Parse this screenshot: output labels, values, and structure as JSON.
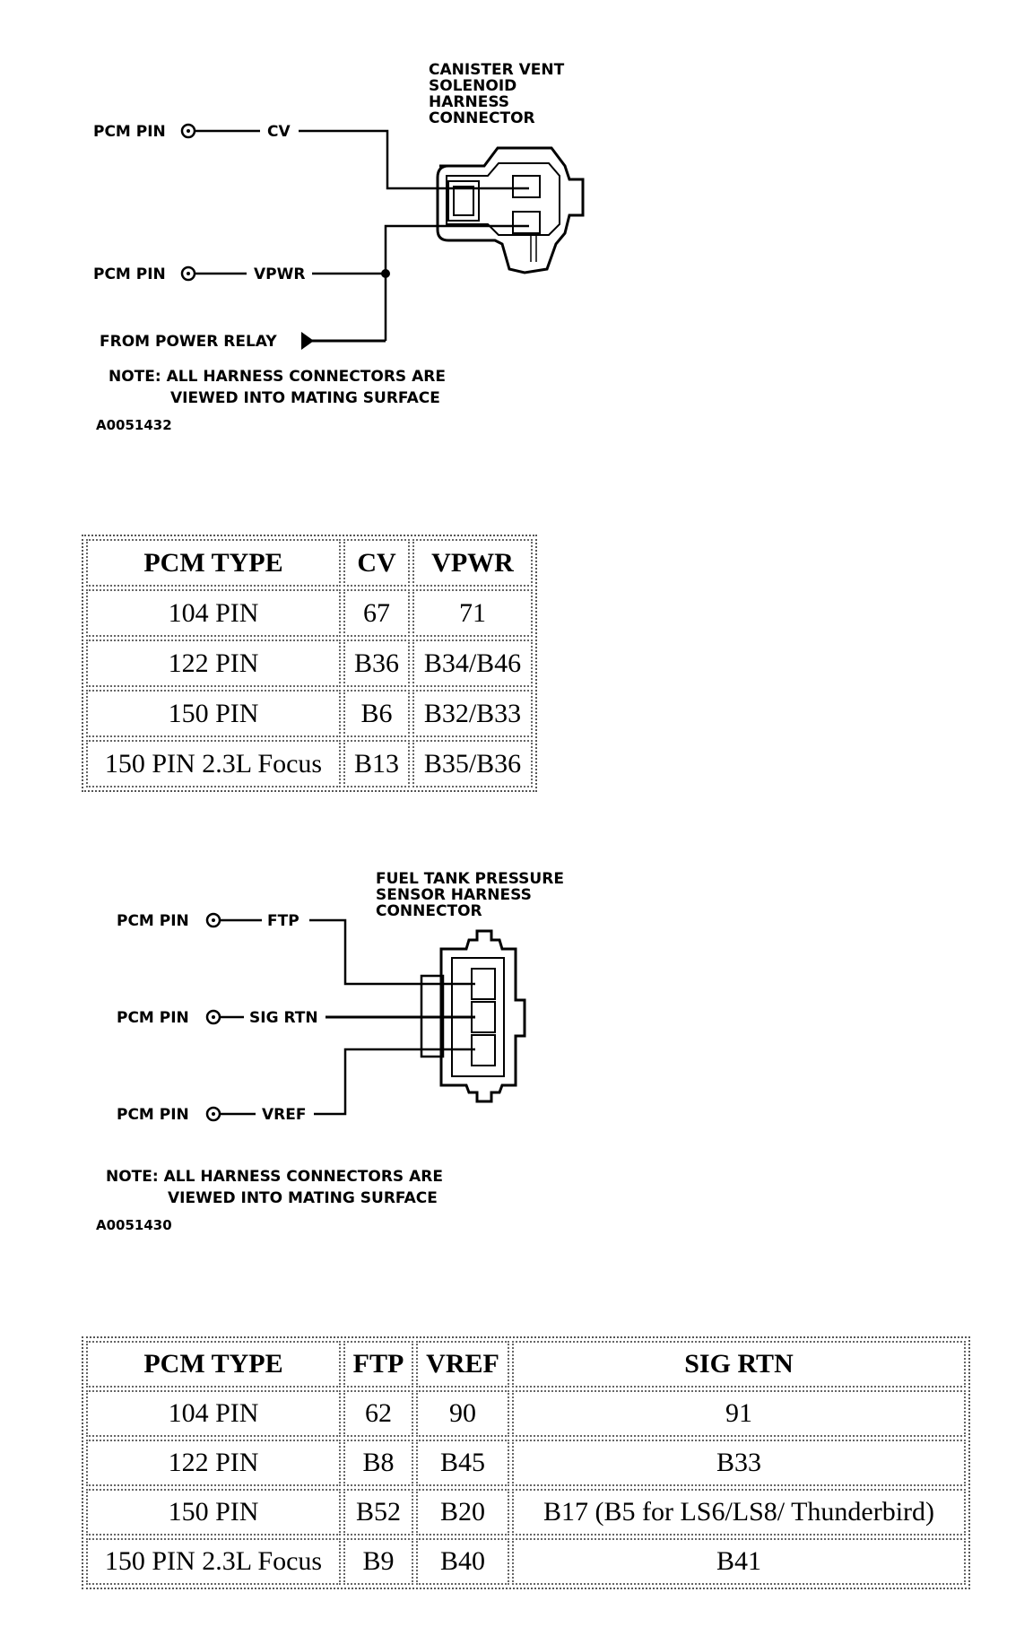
{
  "diagram1": {
    "connector_title": [
      "CANISTER VENT",
      "SOLENOID",
      "HARNESS",
      "CONNECTOR"
    ],
    "pins": [
      {
        "prefix": "PCM PIN",
        "signal": "CV"
      },
      {
        "prefix": "PCM PIN",
        "signal": "VPWR"
      }
    ],
    "relay_label": "FROM POWER RELAY",
    "note_line1": "NOTE: ALL HARNESS CONNECTORS ARE",
    "note_line2": "VIEWED INTO MATING SURFACE",
    "figure_id": "A0051432"
  },
  "table1": {
    "headers": [
      "PCM TYPE",
      "CV",
      "VPWR"
    ],
    "rows": [
      [
        "104 PIN",
        "67",
        "71"
      ],
      [
        "122 PIN",
        "B36",
        "B34/B46"
      ],
      [
        "150 PIN",
        "B6",
        "B32/B33"
      ],
      [
        "150 PIN 2.3L Focus",
        "B13",
        "B35/B36"
      ]
    ]
  },
  "diagram2": {
    "connector_title": [
      "FUEL TANK PRESSURE",
      "SENSOR HARNESS",
      "CONNECTOR"
    ],
    "pins": [
      {
        "prefix": "PCM PIN",
        "signal": "FTP"
      },
      {
        "prefix": "PCM PIN",
        "signal": "SIG RTN"
      },
      {
        "prefix": "PCM PIN",
        "signal": "VREF"
      }
    ],
    "note_line1": "NOTE: ALL HARNESS CONNECTORS ARE",
    "note_line2": "VIEWED INTO MATING SURFACE",
    "figure_id": "A0051430"
  },
  "table2": {
    "headers": [
      "PCM TYPE",
      "FTP",
      "VREF",
      "SIG RTN"
    ],
    "rows": [
      [
        "104 PIN",
        "62",
        "90",
        "91"
      ],
      [
        "122 PIN",
        "B8",
        "B45",
        "B33"
      ],
      [
        "150 PIN",
        "B52",
        "B20",
        "B17 (B5 for LS6/LS8/ Thunderbird)"
      ],
      [
        "150 PIN 2.3L Focus",
        "B9",
        "B40",
        "B41"
      ]
    ]
  }
}
